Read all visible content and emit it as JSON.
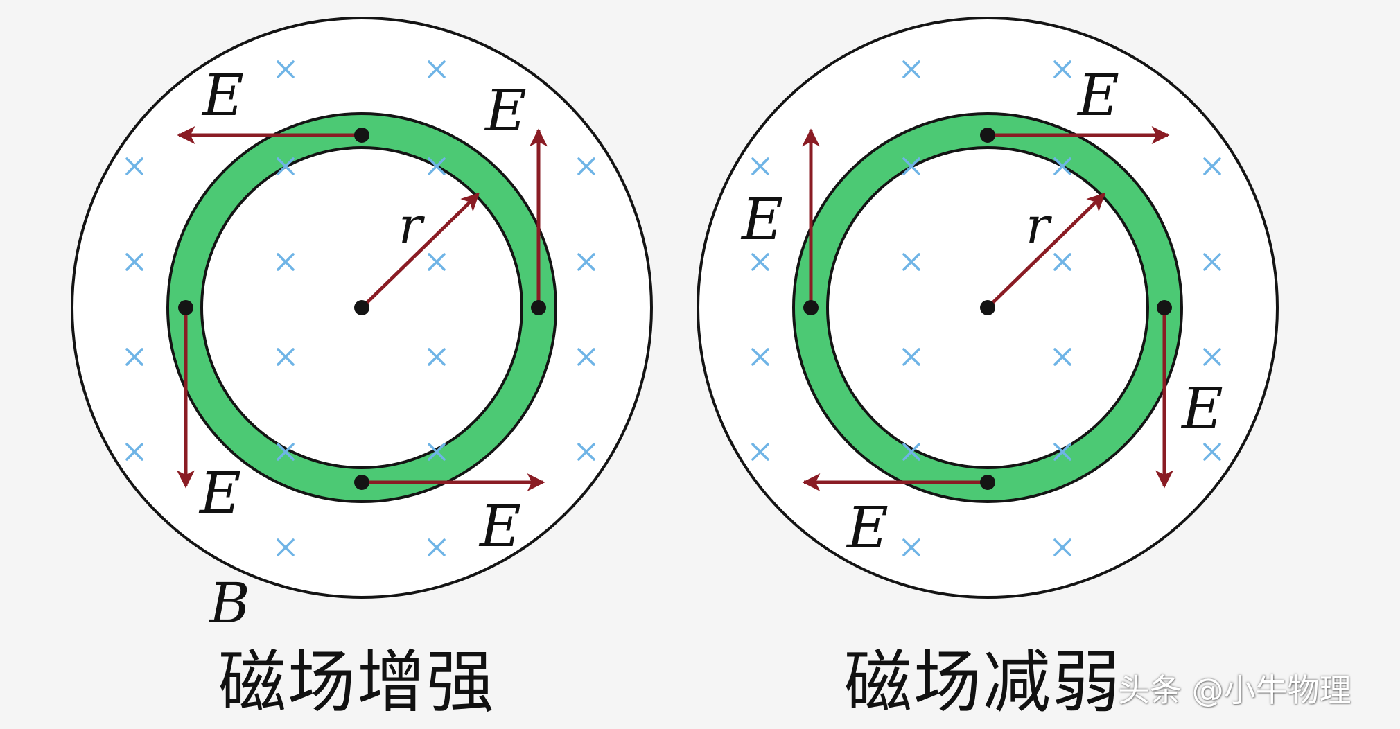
{
  "colors": {
    "ring_fill": "#4cc974",
    "arrow": "#8a1c24",
    "cross": "#6fb4e6",
    "outline": "#141414",
    "background": "#f5f5f5"
  },
  "labels": {
    "field": "E",
    "radius": "r",
    "magnetic": "B"
  },
  "captions": {
    "left": "磁场增强",
    "right": "磁场减弱"
  },
  "watermark": "头条 @小牛物理",
  "icons": {
    "field_cross": "cross-x-icon",
    "ring_point": "dot-icon"
  }
}
